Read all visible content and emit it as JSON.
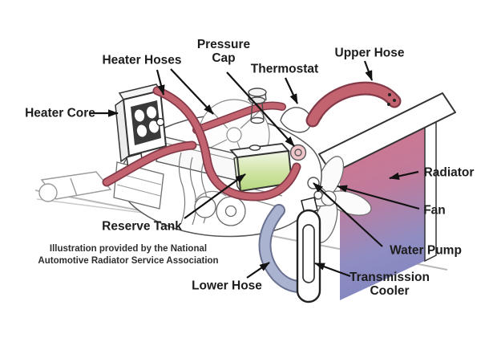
{
  "figure": {
    "type": "engine-cooling-system-diagram",
    "labels": {
      "heater_hoses": "Heater Hoses",
      "pressure_cap": "Pressure Cap",
      "thermostat": "Thermostat",
      "upper_hose": "Upper Hose",
      "heater_core": "Heater Core",
      "radiator": "Radiator",
      "fan": "Fan",
      "reserve_tank": "Reserve Tank",
      "water_pump": "Water Pump",
      "lower_hose": "Lower Hose",
      "transmission_cooler": "Transmission Cooler"
    },
    "credit": {
      "line1": "Illustration provided by the National",
      "line2": "Automotive Radiator Service Association"
    },
    "colors": {
      "hot_hose_red": "#c2636f",
      "hot_hose_outline": "#833a48",
      "radiator_hot_top": "#d4758c",
      "radiator_cold_bottom": "#8487c0",
      "cold_lower_hose": "#aab3d0",
      "reserve_coolant_green": "#b5d77f",
      "line_art_gray": "#555555",
      "label_text": "#1c1c1c",
      "background": "#ffffff"
    }
  }
}
